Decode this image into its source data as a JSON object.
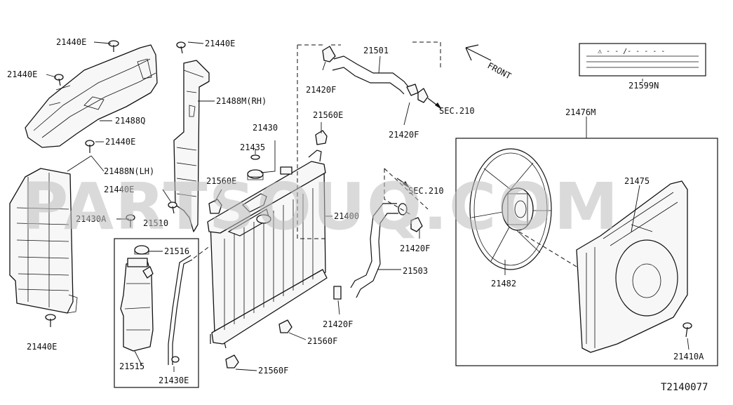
{
  "labels": {
    "p21440E_a": "21440E",
    "p21440E_b": "21440E",
    "p21440E_c": "21440E",
    "p21440E_d": "21440E",
    "p21440E_e": "21440E",
    "p21440E_f": "21440E",
    "p21488Q": "21488Q",
    "p21488M": "21488M(RH)",
    "p21488N": "21488N(LH)",
    "p21430A": "21430A",
    "p21510": "21510",
    "p21516": "21516",
    "p21515": "21515",
    "p21430E": "21430E",
    "p21560E_a": "21560E",
    "p21560E_b": "21560E",
    "p21430": "21430",
    "p21435": "21435",
    "p21400": "21400",
    "p21560F_a": "21560F",
    "p21560F_b": "21560F",
    "p21420F_a": "21420F",
    "p21420F_b": "21420F",
    "p21420F_c": "21420F",
    "p21420F_d": "21420F",
    "p21501": "21501",
    "p21503": "21503",
    "sec210_a": "SEC.210",
    "sec210_b": "SEC.210",
    "front": "FRONT",
    "p21599N": "21599N",
    "p21476M": "21476M",
    "p21475": "21475",
    "p21482": "21482",
    "p21410A": "21410A",
    "diagram_id": "T2140077",
    "warning_label": "⚠ - - /- - - - -"
  },
  "watermark": "PARTSOUQ.COM",
  "colors": {
    "line": "#111111",
    "watermark": "#bdbdbd",
    "background": "#ffffff"
  }
}
